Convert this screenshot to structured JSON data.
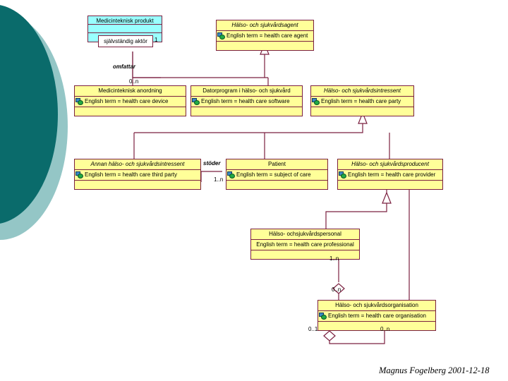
{
  "slide": {
    "signature": "Magnus Fogelberg 2001-12-18",
    "term_prefix": "English term = "
  },
  "classes": {
    "product": {
      "title": "Medicinteknisk produkt",
      "term": ""
    },
    "agent": {
      "title": "Hälso- och sjukvårdsagent",
      "term": "English term = health care agent"
    },
    "device": {
      "title": "Medicinteknisk anordning",
      "term": "English term = health care device"
    },
    "software": {
      "title": "Datorprogram i hälso- och sjukvård",
      "term": "English term = health care software"
    },
    "party": {
      "title": "Hälso- och sjukvårdsintressent",
      "term": "English term = health care party"
    },
    "thirdparty": {
      "title": "Annan hälso- och sjukvårdsintressent",
      "term": "English term = health care third party"
    },
    "patient": {
      "title": "Patient",
      "term": "English term = subject of care"
    },
    "provider": {
      "title": "Hälso- och sjukvårdsproducent",
      "term": "English term = health care provider"
    },
    "professional": {
      "title": "Hälso- ochsjukvårdspersonal",
      "term": "English term = health care professional"
    },
    "organisation": {
      "title": "Hälso- och sjukvårdsorganisation",
      "term": "English term = health care organisation"
    }
  },
  "labels": {
    "independent_actor": "självständig aktör",
    "mult_actor": "1",
    "role_omfattar": "omfattar",
    "mult_device_0n": "0..n",
    "role_stoder": "stöder",
    "mult_patient_1n": "1..n",
    "mult_prof_1n": "1..n",
    "mult_org_0n_top": "0..n",
    "mult_org_0_1": "0..1",
    "mult_org_0n_bottom": "0..n"
  },
  "colors": {
    "box_fill": "#ffff99",
    "box_fill_alt": "#99ffff",
    "box_border": "#7b2040",
    "line": "#7b2040",
    "deco_dark": "#0a6b6b",
    "deco_light": "#94c6c6"
  }
}
